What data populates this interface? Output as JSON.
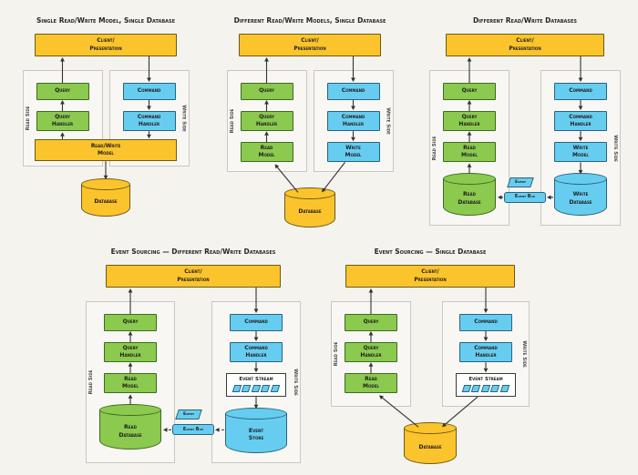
{
  "colors": {
    "background": "#f4f3ee",
    "yellow": "#fbc42c",
    "yellow_border": "#6e5a15",
    "green": "#8bc94f",
    "green_border": "#3e6b1f",
    "blue": "#67cdf0",
    "blue_border": "#29637e",
    "white_box_border": "#3a3a3a",
    "panel_border": "#c8c7c1",
    "arrow": "#333333",
    "text": "#1f1f1f"
  },
  "labels": {
    "client": "Client/\nPresentation",
    "read_side": "Read Side",
    "write_side": "Write Side",
    "event": "Event",
    "event_bus": "Event Bus"
  },
  "diagrams": [
    {
      "title": "Single Read/Write Model, Single Database",
      "read_nodes": [
        {
          "type": "box",
          "label": "Query"
        },
        {
          "type": "box",
          "label": "Query\nHandler"
        }
      ],
      "write_nodes": [
        {
          "type": "box",
          "label": "Command"
        },
        {
          "type": "box",
          "label": "Command\nHandler"
        }
      ],
      "shared_model": "Read/Write\nModel",
      "bottom_db": {
        "label": "Database",
        "color": "yellow"
      }
    },
    {
      "title": "Different Read/Write Models, Single Database",
      "read_nodes": [
        {
          "type": "box",
          "label": "Query"
        },
        {
          "type": "box",
          "label": "Query\nHandler"
        },
        {
          "type": "box",
          "label": "Read\nModel"
        }
      ],
      "write_nodes": [
        {
          "type": "box",
          "label": "Command"
        },
        {
          "type": "box",
          "label": "Command\nHandler"
        },
        {
          "type": "box",
          "label": "Write\nModel"
        }
      ],
      "bottom_db": {
        "label": "Database",
        "color": "yellow"
      }
    },
    {
      "title": "Different Read/Write Databases",
      "read_nodes": [
        {
          "type": "box",
          "label": "Query"
        },
        {
          "type": "box",
          "label": "Query\nHandler"
        },
        {
          "type": "box",
          "label": "Read\nModel"
        }
      ],
      "write_nodes": [
        {
          "type": "box",
          "label": "Command"
        },
        {
          "type": "box",
          "label": "Command\nHandler"
        },
        {
          "type": "box",
          "label": "Write\nModel"
        }
      ],
      "read_db": {
        "label": "Read\nDatabase",
        "color": "green"
      },
      "write_db": {
        "label": "Write\nDatabase",
        "color": "blue"
      },
      "event_bus": true
    },
    {
      "title": "Event Sourcing — Different Read/Write Databases",
      "read_nodes": [
        {
          "type": "box",
          "label": "Query"
        },
        {
          "type": "box",
          "label": "Query\nHandler"
        },
        {
          "type": "box",
          "label": "Read\nModel"
        }
      ],
      "write_nodes": [
        {
          "type": "box",
          "label": "Command"
        },
        {
          "type": "box",
          "label": "Command\nHandler"
        },
        {
          "type": "event_stream",
          "label": "Event Stream",
          "cells": 5
        }
      ],
      "read_db": {
        "label": "Read\nDatabase",
        "color": "green"
      },
      "write_db": {
        "label": "Event\nStore",
        "color": "blue"
      },
      "event_bus": true
    },
    {
      "title": "Event Sourcing — Single Database",
      "read_nodes": [
        {
          "type": "box",
          "label": "Query"
        },
        {
          "type": "box",
          "label": "Query\nHandler"
        },
        {
          "type": "box",
          "label": "Read\nModel"
        }
      ],
      "write_nodes": [
        {
          "type": "box",
          "label": "Command"
        },
        {
          "type": "box",
          "label": "Command\nHandler"
        },
        {
          "type": "event_stream",
          "label": "Event Stream",
          "cells": 5
        }
      ],
      "bottom_db": {
        "label": "Database",
        "color": "yellow"
      }
    }
  ]
}
